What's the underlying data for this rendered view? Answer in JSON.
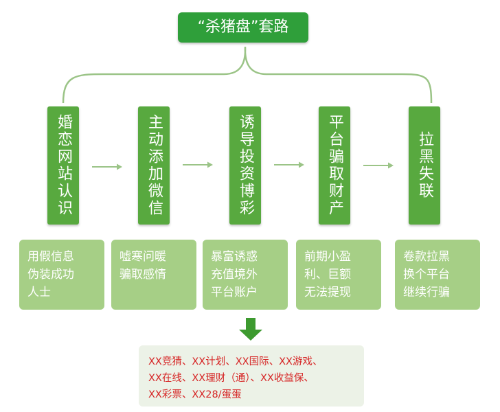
{
  "title": "“杀猪盘”套路",
  "steps": [
    {
      "label": "婚恋网站认识",
      "detail": [
        "用假信息",
        "伪装成功",
        "人士"
      ]
    },
    {
      "label": "主动添加微信",
      "detail": [
        "嘘寒问暖",
        "骗取感情"
      ]
    },
    {
      "label": "诱导投资博彩",
      "detail": [
        "暴富诱惑",
        "充值境外",
        "平台账户"
      ]
    },
    {
      "label": "平台骗取财产",
      "detail": [
        "前期小盈",
        "利、巨额",
        "无法提现"
      ]
    },
    {
      "label": "拉黑失联",
      "detail": [
        "卷款拉黑",
        "换个平台",
        "继续行骗"
      ]
    }
  ],
  "platforms": [
    "XX竞猜、XX计划、XX国际、XX游戏、",
    "XX在线、XX理财（通）、XX收益保、",
    "XX彩票、XX28/蛋蛋"
  ],
  "colors": {
    "title_bg": "#2f9f3a",
    "step_bg": "#58a93f",
    "detail_bg": "#a6cf86",
    "bottom_bg": "#ecf2e7",
    "bottom_text": "#d62525",
    "arrow": "#9bc487",
    "down_arrow": "#3d9a2f",
    "brace": "#9bc487"
  }
}
